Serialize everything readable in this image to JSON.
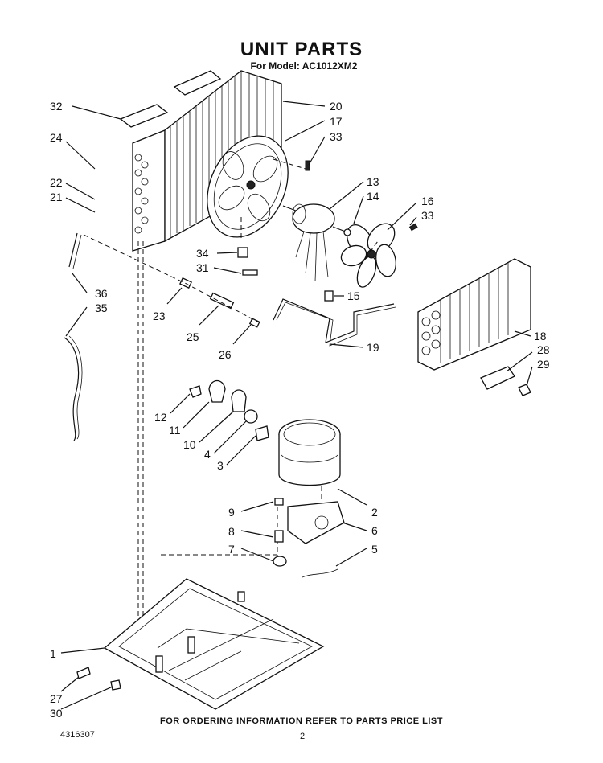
{
  "header": {
    "title": "UNIT PARTS",
    "model_line": "For Model: AC1012XM2"
  },
  "footer": {
    "note": "FOR ORDERING INFORMATION REFER TO PARTS PRICE LIST",
    "document_number": "4316307",
    "page_number": "2"
  },
  "callouts": [
    "32",
    "20",
    "17",
    "33",
    "24",
    "22",
    "21",
    "13",
    "14",
    "16",
    "33",
    "34",
    "31",
    "15",
    "36",
    "35",
    "23",
    "25",
    "26",
    "19",
    "18",
    "28",
    "29",
    "12",
    "11",
    "10",
    "4",
    "3",
    "2",
    "9",
    "6",
    "8",
    "7",
    "5",
    "1",
    "27",
    "30"
  ]
}
